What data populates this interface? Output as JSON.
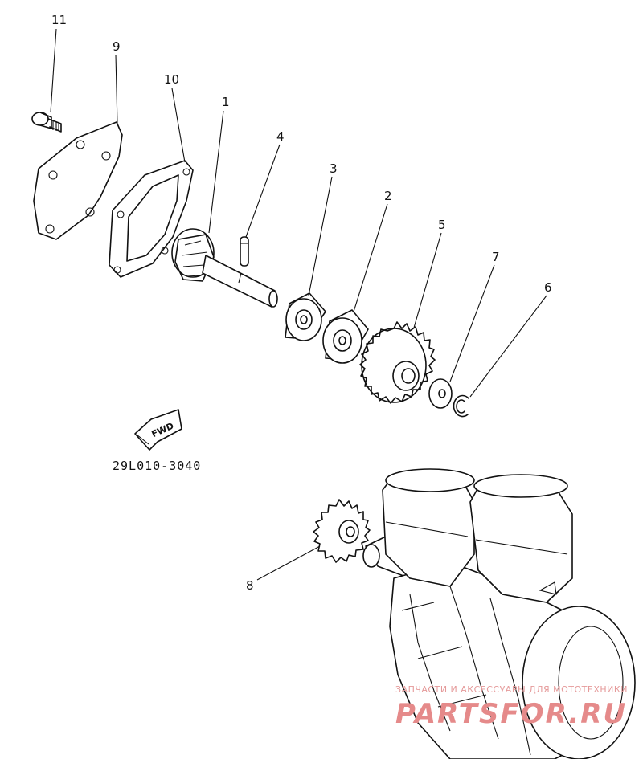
{
  "callouts": {
    "n1": "1",
    "n2": "2",
    "n3": "3",
    "n4": "4",
    "n5": "5",
    "n6": "6",
    "n7": "7",
    "n8": "8",
    "n9": "9",
    "n10": "10",
    "n11": "11"
  },
  "diagram_code": "29L010-3040",
  "fwd_label": "FWD",
  "watermark": {
    "tagline": "ЗАПЧАСТИ И АКСЕССУАРЫ ДЛЯ МОТОТЕХНИКИ",
    "brand": "PARTSFOR.RU"
  },
  "colors": {
    "line": "#111111",
    "watermark": "#e58a8a"
  }
}
